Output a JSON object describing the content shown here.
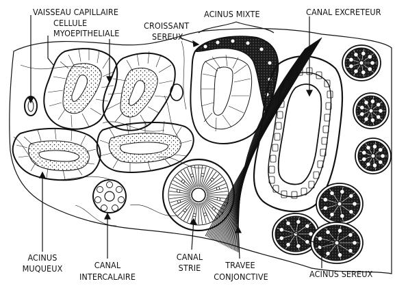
{
  "labels": {
    "vaisseau_capillaire": "VAISSEAU CAPILLAIRE",
    "cellule_myoepitheliale_line1": "CELLULE",
    "cellule_myoepitheliale_line2": "MYOEPITHELIALE",
    "croissant_sereux_line1": "CROISSANT",
    "croissant_sereux_line2": "SEREUX",
    "acinus_mixte": "ACINUS MIXTE",
    "canal_excreteur": "CANAL EXCRETEUR",
    "acinus_muqueux_line1": "ACINUS",
    "acinus_muqueux_line2": "MUQUEUX",
    "canal_intercalaire_line1": "CANAL",
    "canal_intercalaire_line2": "INTERCALAIRE",
    "canal_strie_line1": "CANAL",
    "canal_strie_line2": "STRIE",
    "travee_conjonctive_line1": "TRAVEE",
    "travee_conjonctive_line2": "CONJONCTIVE",
    "acinus_sereux": "ACINUS SEREUX"
  },
  "colors": {
    "ink": "#111111",
    "background": "#ffffff"
  }
}
